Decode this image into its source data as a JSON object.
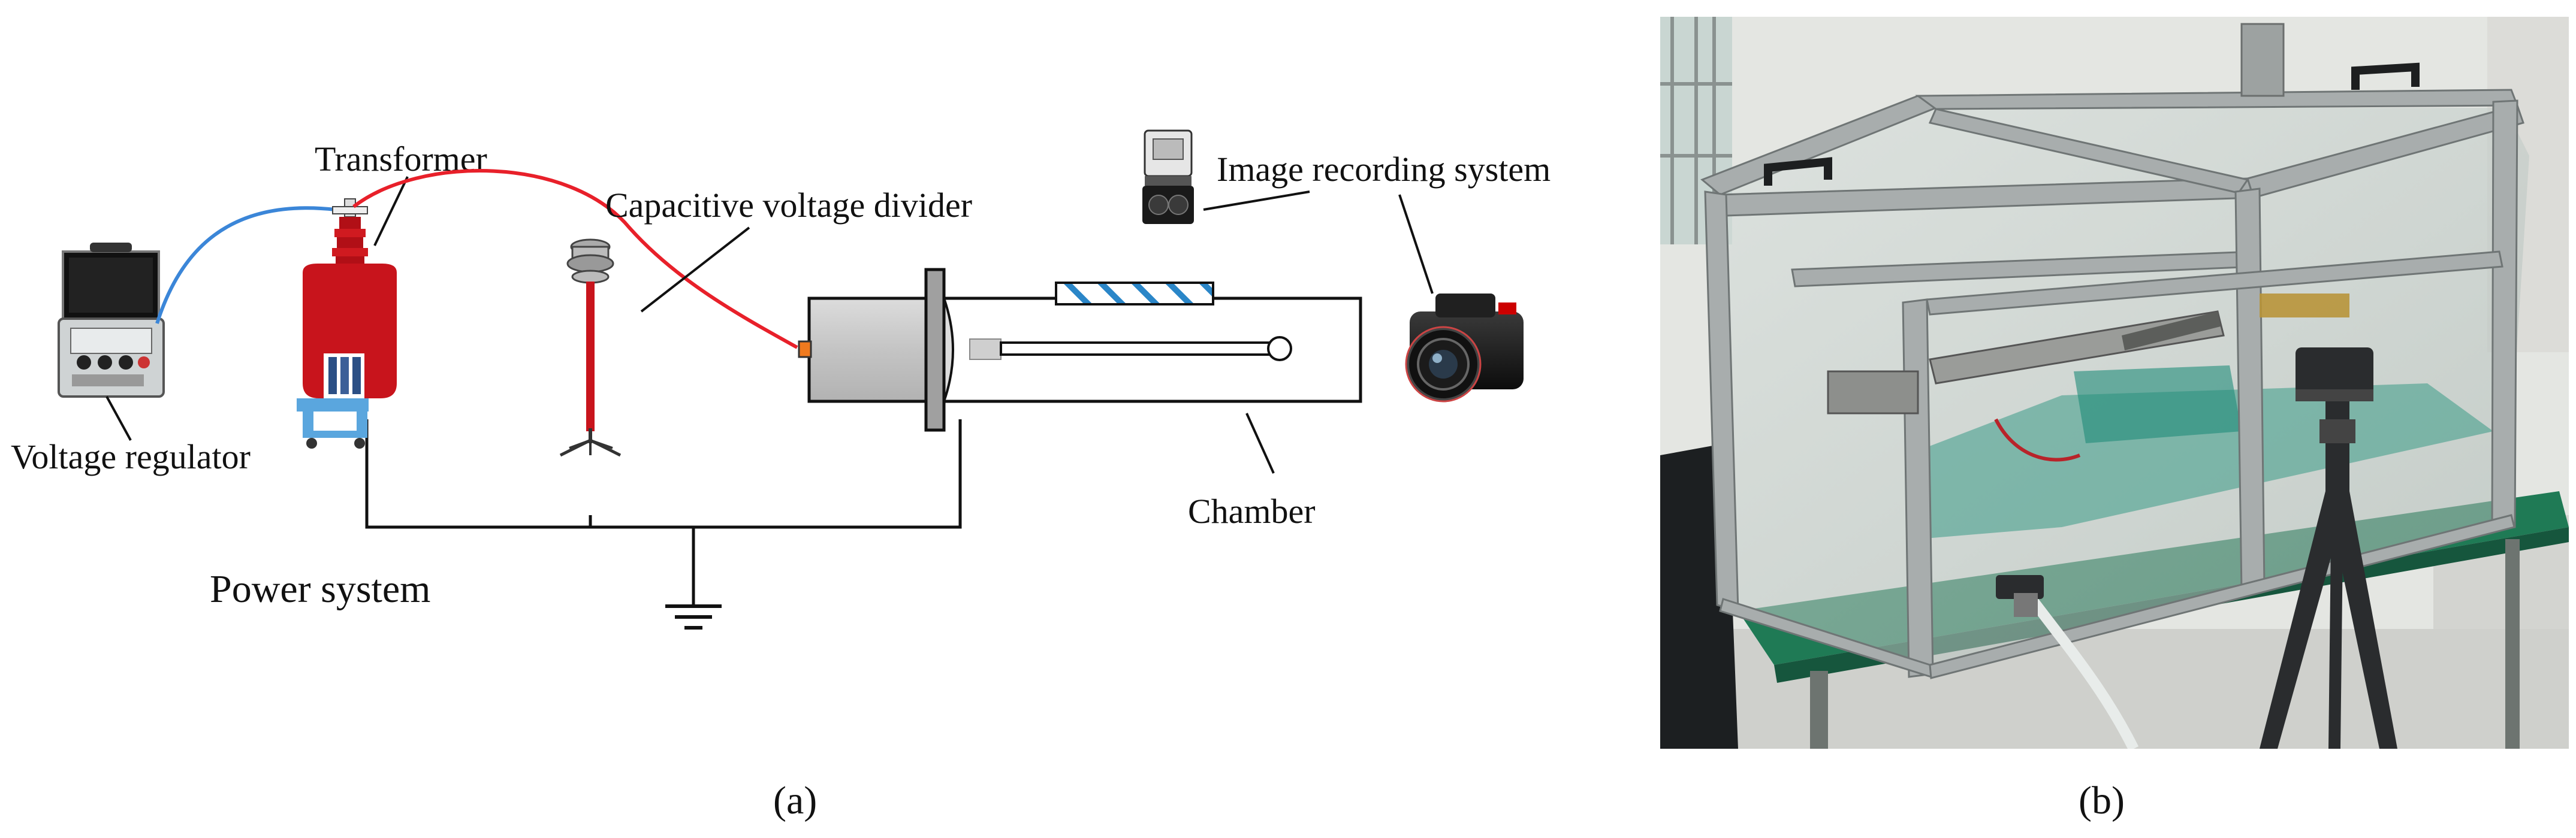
{
  "diagram": {
    "labels": {
      "transformer": "Transformer",
      "capacitive_divider": "Capacitive voltage divider",
      "image_recording": "Image recording system",
      "voltage_regulator": "Voltage regulator",
      "chamber": "Chamber",
      "power_system": "Power system"
    },
    "captions": {
      "a": "(a)",
      "b": "(b)"
    },
    "colors": {
      "hv_cable": "#e8202a",
      "regulator_cable": "#3b86d8",
      "transformer_body": "#c8141c",
      "transformer_base": "#5aa6de",
      "chamber_wall": "#c8c8c8",
      "hatch": "#2a86c8",
      "wire": "#111111",
      "electrode_tip": "#f07a1e"
    }
  },
  "photo": {
    "colors": {
      "wall": "#e4e6e2",
      "window": "#c9d6d2",
      "frame": "#a8adad",
      "glass": "#b9c4c0",
      "table_top": "#1f7a55",
      "table_leg": "#6d7470",
      "floor": "#cfd0cc",
      "tripod": "#2a2c2e"
    }
  }
}
